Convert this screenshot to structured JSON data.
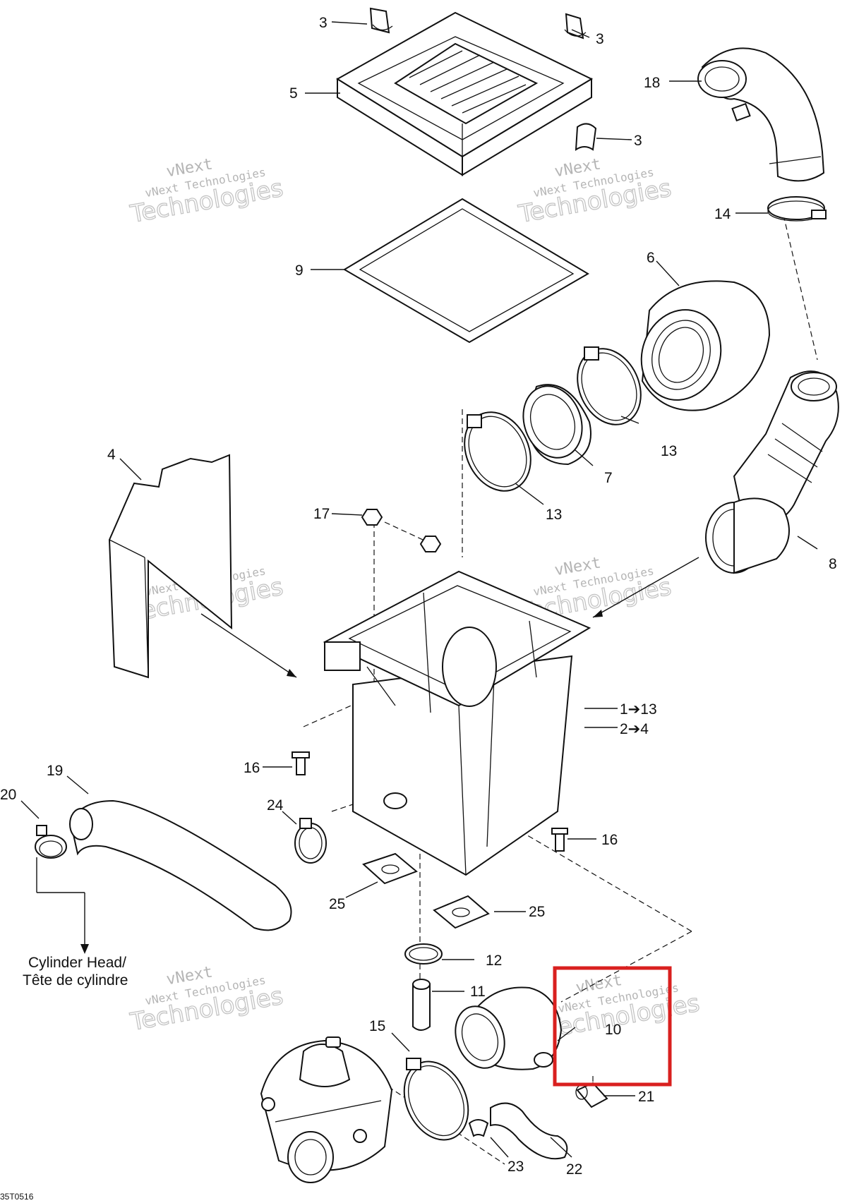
{
  "diagram": {
    "callouts": {
      "c3a": "3",
      "c3b": "3",
      "c3c": "3",
      "c5": "5",
      "c18": "18",
      "c14": "14",
      "c9": "9",
      "c6": "6",
      "c13a": "13",
      "c13b": "13",
      "c7": "7",
      "c4": "4",
      "c8": "8",
      "c17": "17",
      "c1to13": "1➔13",
      "c2to4": "2➔4",
      "c16a": "16",
      "c16b": "16",
      "c19": "19",
      "c20": "20",
      "c24": "24",
      "c25a": "25",
      "c25b": "25",
      "c12": "12",
      "c11": "11",
      "c10": "10",
      "c15": "15",
      "c21": "21",
      "c22": "22",
      "c23": "23"
    },
    "note_line1": "Cylinder Head/",
    "note_line2": "Tête de cylindre",
    "drawing_code": "35T0516",
    "watermark": {
      "brand": "vNext",
      "line": "vNext Technologies",
      "big": "Technologies"
    },
    "highlight_color": "#d9201f"
  }
}
